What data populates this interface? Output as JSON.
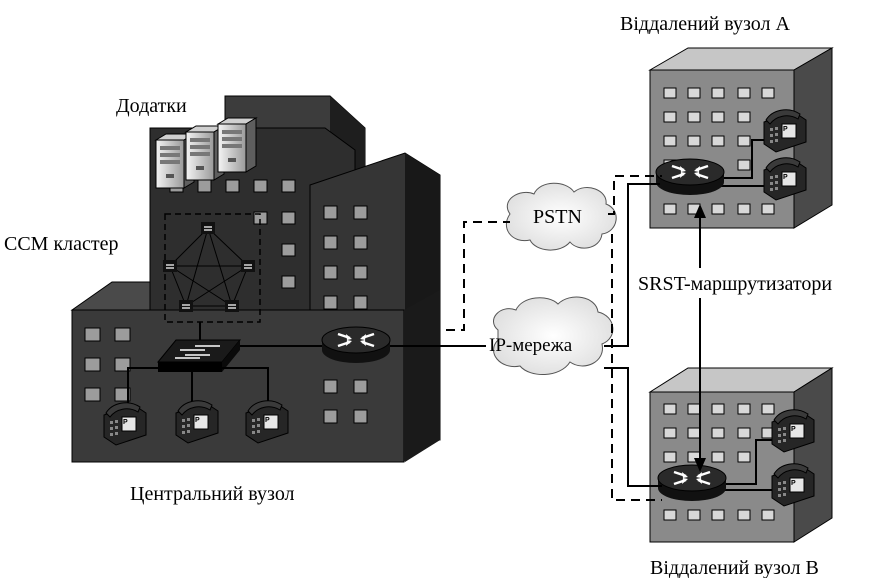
{
  "labels": {
    "remote_a": "Віддалений вузол А",
    "remote_b": "Віддалений вузол B",
    "apps": "Додатки",
    "ccm_cluster": "CCM кластер",
    "pstn": "PSTN",
    "ip_network": "IP-мережа",
    "srst_routers": "SRST-маршрутизатори",
    "central_site": "Центральний вузол"
  },
  "phone_badge": "IP",
  "colors": {
    "building_front": "#808080",
    "building_side": "#4a4a4a",
    "building_top": "#c8c8c8",
    "central_dark": "#2e2e2e",
    "window_light": "#d8d8d8",
    "line": "#000000"
  }
}
